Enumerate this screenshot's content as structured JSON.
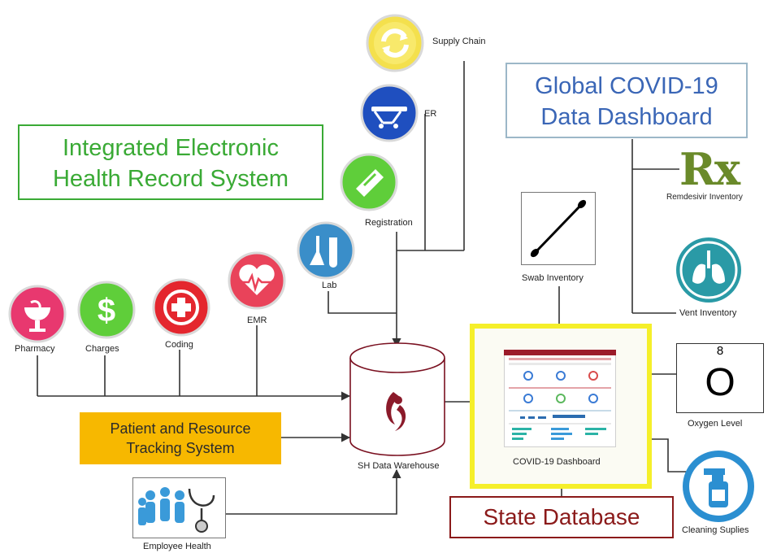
{
  "ehr_title": [
    "Integrated Electronic",
    "Health Record System"
  ],
  "global_title": [
    "Global COVID-19",
    "Data Dashboard"
  ],
  "tracking_title": [
    "Patient and Resource",
    "Tracking System"
  ],
  "state_db": "State Database",
  "nodes": {
    "supply_chain": "Supply Chain",
    "er": "ER",
    "registration": "Registration",
    "lab": "Lab",
    "emr": "EMR",
    "coding": "Coding",
    "charges": "Charges",
    "pharmacy": "Pharmacy",
    "warehouse": "SH Data Warehouse",
    "employee_health": "Employee Health",
    "swab": "Swab Inventory",
    "remdesivir": "Remdesivir Inventory",
    "vent": "Vent Inventory",
    "oxygen": "Oxygen Level",
    "cleaning": "Cleaning Suplies",
    "dashboard": "COVID-19 Dashboard"
  },
  "oxygen_symbol": {
    "number": "8",
    "symbol": "O"
  },
  "rx_symbol": "Rx",
  "colors": {
    "ehr_green": "#3aaa35",
    "global_blue": "#3a66b6",
    "tracking_orange": "#f7b800",
    "state_red": "#8b1a1a",
    "dashboard_frame": "#f5ef2a"
  },
  "icons": [
    "supply-chain-icon",
    "stretcher-icon",
    "registration-icon",
    "flask-icon",
    "heartbeat-icon",
    "medical-cross-icon",
    "dollar-icon",
    "pharmacy-icon",
    "database-icon",
    "employees-stethoscope-icon",
    "swab-icon",
    "rx-icon",
    "lungs-icon",
    "spray-bottle-icon"
  ]
}
